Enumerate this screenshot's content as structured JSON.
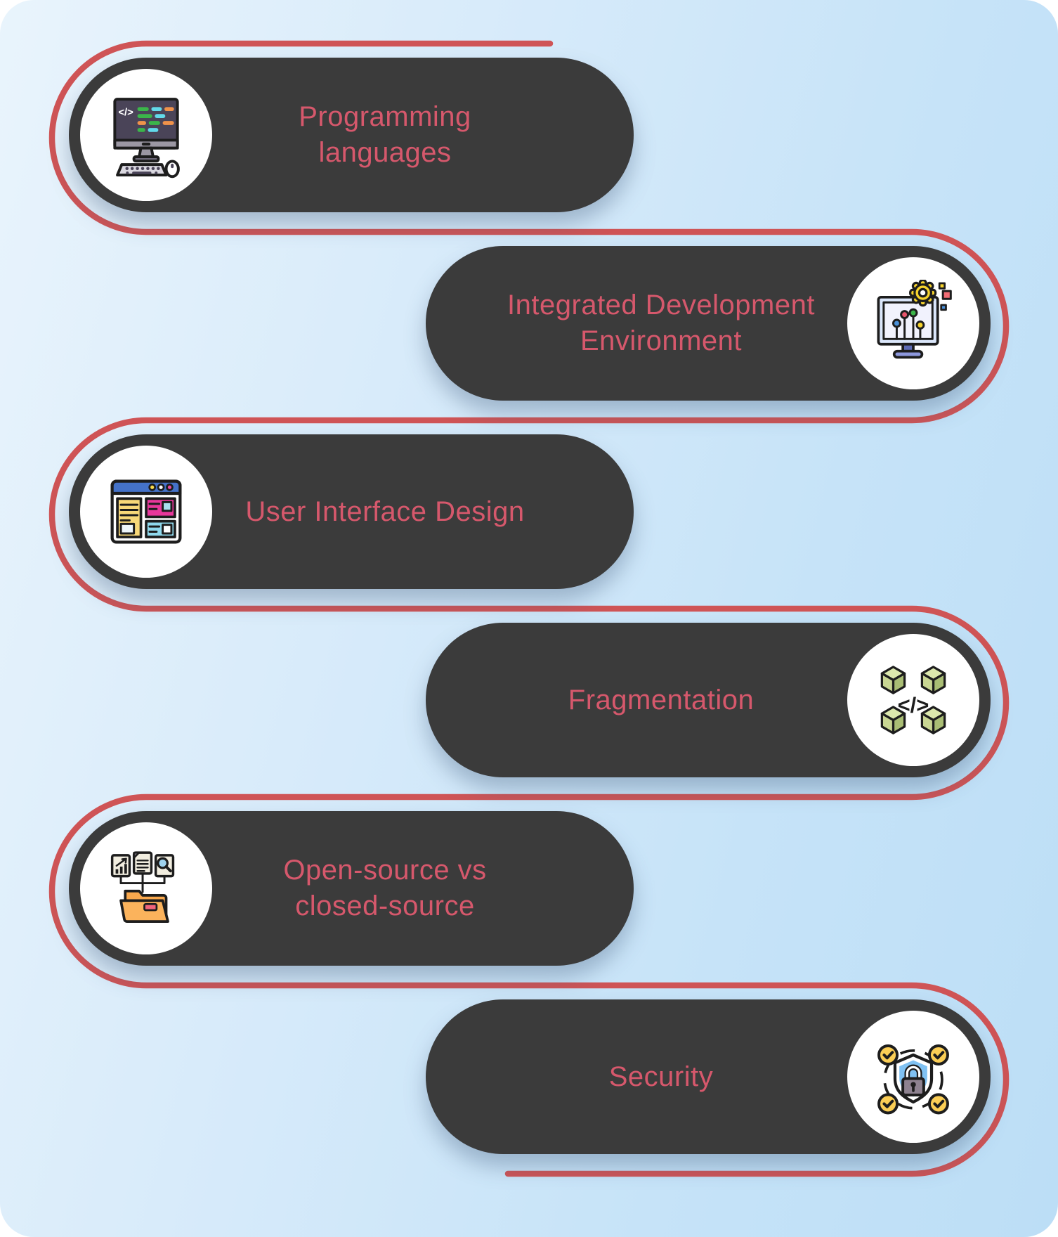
{
  "diagram": {
    "type": "alternating-pill-topic-list",
    "items": [
      {
        "id": "programming-languages",
        "label": "Programming languages",
        "lines": [
          "Programming",
          "languages"
        ],
        "side": "left",
        "icon": "computer-code-icon"
      },
      {
        "id": "integrated-development-environment",
        "label": "Integrated Development Environment",
        "lines": [
          "Integrated Development",
          "Environment"
        ],
        "side": "right",
        "icon": "monitor-gear-circuit-icon"
      },
      {
        "id": "user-interface-design",
        "label": "User Interface Design",
        "lines": [
          "User Interface Design"
        ],
        "side": "left",
        "icon": "browser-layout-icon"
      },
      {
        "id": "fragmentation",
        "label": "Fragmentation",
        "lines": [
          "Fragmentation"
        ],
        "side": "right",
        "icon": "cubes-code-icon"
      },
      {
        "id": "open-source-vs-closed-source",
        "label": "Open-source vs closed-source",
        "lines": [
          "Open-source vs",
          "closed-source"
        ],
        "side": "left",
        "icon": "documents-folder-icon"
      },
      {
        "id": "security",
        "label": "Security",
        "lines": [
          "Security"
        ],
        "side": "right",
        "icon": "shield-lock-checks-icon"
      }
    ],
    "icons": {
      "code_glyph": "</>"
    },
    "colors": {
      "pill_background": "#3b3b3b",
      "accent_line": "#cf5456",
      "label_text": "#d6586c",
      "icon_circle": "#ffffff",
      "background_gradient_start": "#e9f4fc",
      "background_gradient_end": "#bcdef6"
    }
  }
}
